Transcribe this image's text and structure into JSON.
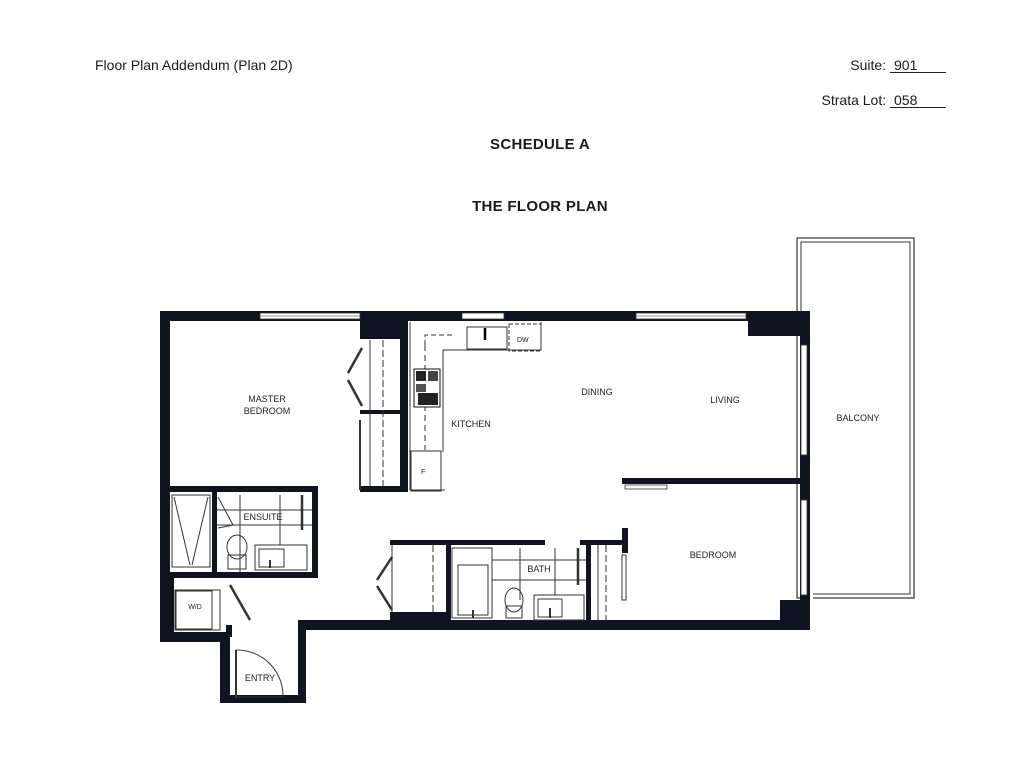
{
  "header": {
    "doc_title": "Floor Plan Addendum (Plan 2D)",
    "suite_label": "Suite:",
    "suite_value": "901",
    "strata_lot_label": "Strata Lot:",
    "strata_lot_value": "058"
  },
  "headings": {
    "schedule": "SCHEDULE A",
    "title": "THE FLOOR PLAN"
  },
  "plan": {
    "rooms": {
      "master_bedroom_line1": "MASTER",
      "master_bedroom_line2": "BEDROOM",
      "kitchen": "KITCHEN",
      "dining": "DINING",
      "living": "LIVING",
      "balcony": "BALCONY",
      "ensuite": "ENSUITE",
      "bath": "BATH",
      "bedroom": "BEDROOM",
      "entry": "ENTRY",
      "washer_dryer": "W/D"
    },
    "fixtures": {
      "dishwasher": "DW",
      "fridge": "F"
    },
    "colors": {
      "wall": "#0f1420",
      "line": "#333333",
      "paper": "#ffffff"
    }
  }
}
